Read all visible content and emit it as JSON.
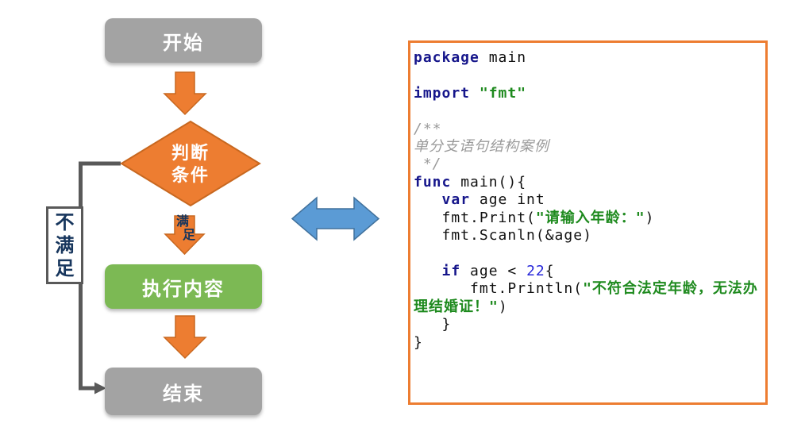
{
  "colors": {
    "orange": "#ED7D31",
    "orange_border": "#C86820",
    "green": "#7CB954",
    "gray_node": "#A3A3A3",
    "connector_gray": "#595959",
    "blue_arrow": "#5B9BD5",
    "blue_arrow_border": "#41719C",
    "navy_text": "#17365D",
    "code_keyword": "#16168B",
    "code_string": "#1E8A1E",
    "code_number": "#2626D9",
    "code_comment": "#9a9a9a",
    "panel_border": "#ED7D31"
  },
  "flowchart": {
    "start_label": "开始",
    "decision_line1": "判断",
    "decision_line2": "条件",
    "yes_label_chars": [
      "满",
      "足"
    ],
    "process_label": "执行内容",
    "end_label": "结束",
    "no_label_chars": [
      "不",
      "满",
      "足"
    ]
  },
  "code_panel": {
    "lines": [
      [
        {
          "t": "package",
          "c": "k"
        },
        {
          "t": " main",
          "c": "p"
        }
      ],
      [],
      [
        {
          "t": "import",
          "c": "k"
        },
        {
          "t": " ",
          "c": "p"
        },
        {
          "t": "\"fmt\"",
          "c": "s"
        }
      ],
      [],
      [
        {
          "t": "/**",
          "c": "c"
        }
      ],
      [
        {
          "t": "单分支语句结构案例",
          "c": "c"
        }
      ],
      [
        {
          "t": " */",
          "c": "c"
        }
      ],
      [
        {
          "t": "func",
          "c": "k"
        },
        {
          "t": " main(){",
          "c": "p"
        }
      ],
      [
        {
          "t": "   ",
          "c": "p"
        },
        {
          "t": "var",
          "c": "k"
        },
        {
          "t": " age int",
          "c": "p"
        }
      ],
      [
        {
          "t": "   fmt.Print(",
          "c": "p"
        },
        {
          "t": "\"请输入年龄：\"",
          "c": "s"
        },
        {
          "t": ")",
          "c": "p"
        }
      ],
      [
        {
          "t": "   fmt.Scanln(&age)",
          "c": "p"
        }
      ],
      [],
      [
        {
          "t": "   ",
          "c": "p"
        },
        {
          "t": "if",
          "c": "k"
        },
        {
          "t": " age < ",
          "c": "p"
        },
        {
          "t": "22",
          "c": "n"
        },
        {
          "t": "{",
          "c": "p"
        }
      ],
      [
        {
          "t": "      fmt.Println(",
          "c": "p"
        },
        {
          "t": "\"不符合法定年龄，无法办",
          "c": "s"
        }
      ],
      [
        {
          "t": "理结婚证！\"",
          "c": "s"
        },
        {
          "t": ")",
          "c": "p"
        }
      ],
      [
        {
          "t": "   }",
          "c": "p"
        }
      ],
      [
        {
          "t": "}",
          "c": "p"
        }
      ]
    ]
  }
}
